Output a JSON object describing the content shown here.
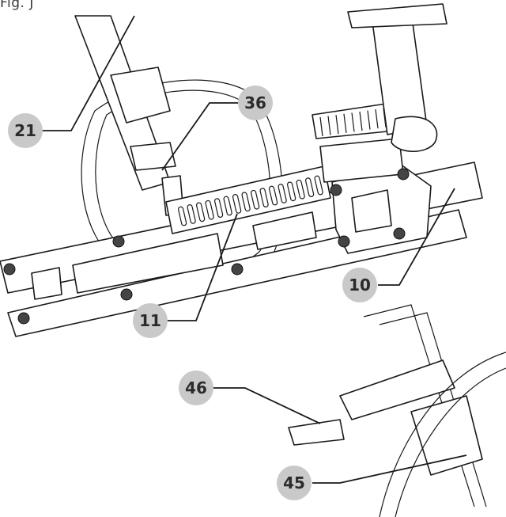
{
  "figure": {
    "caption": "Fig. J"
  },
  "callouts": [
    {
      "id": "c21",
      "label": "21"
    },
    {
      "id": "c36",
      "label": "36"
    },
    {
      "id": "c10",
      "label": "10"
    },
    {
      "id": "c11",
      "label": "11"
    },
    {
      "id": "c46",
      "label": "46"
    },
    {
      "id": "c45",
      "label": "45"
    }
  ]
}
